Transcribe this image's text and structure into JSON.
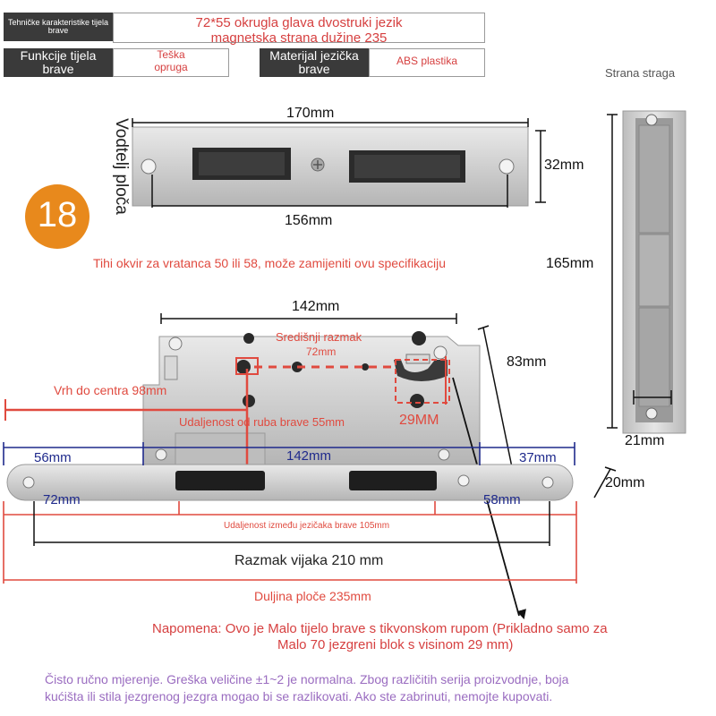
{
  "spec_table": {
    "row1": {
      "label": "Tehničke karakteristike tijela brave",
      "value": "72*55 okrugla glava dvostruki jezik magnetska strana dužine 235"
    },
    "row2": {
      "label": "Funkcije tijela brave",
      "value": "Teška opruga",
      "label2": "Materijal jezička brave",
      "value2": "ABS plastika"
    }
  },
  "back_side_label": "Strana straga",
  "guide_plate": {
    "vertical_label": "Vodtelj ploča",
    "width_top": "170mm",
    "height": "32mm",
    "width_bottom": "156mm"
  },
  "badge_number": "18",
  "silent_frame_note": "Tihi okvir za vratanca 50 ili 58, može zamijeniti ovu specifikaciju",
  "back_plate": {
    "height": "165mm",
    "width": "21mm"
  },
  "lock_body": {
    "width": "142mm",
    "height": "83mm",
    "center_distance_label": "Središnji razmak",
    "center_distance_value": "72mm",
    "tip_to_center": "Vrh do centra 98mm",
    "edge_distance": "Udaljenost od ruba brave 55mm",
    "cylinder_height": "29MM"
  },
  "faceplate": {
    "left_seg": "56mm",
    "middle_seg": "142mm",
    "right_seg": "37mm",
    "thickness": "20mm",
    "left_lower": "72mm",
    "right_lower": "58mm",
    "tongue_distance": "Udaljenost između jezičaka brave 105mm",
    "screw_spacing": "Razmak vijaka 210 mm",
    "plate_length": "Duljina ploče 235mm"
  },
  "note_line1": "Napomena: Ovo je Malo tijelo brave s tikvonskom rupom (Prikladno samo za",
  "note_line2": "Malo 70 jezgreni blok s visinom 29 mm)",
  "disclaimer_line1": "Čisto ručno mjerenje. Greška veličine ±1~2 je normalna. Zbog različitih serija proizvodnje, boja",
  "disclaimer_line2": "kućišta ili stila jezgrenog jezgra mogao bi se razlikovati. Ako ste zabrinuti, nemojte kupovati.",
  "colors": {
    "red": "#e04a3f",
    "navy": "#1f2a8c",
    "orange": "#e8891c",
    "purple": "#9a6cc0",
    "steel": "#c8c8c8"
  }
}
